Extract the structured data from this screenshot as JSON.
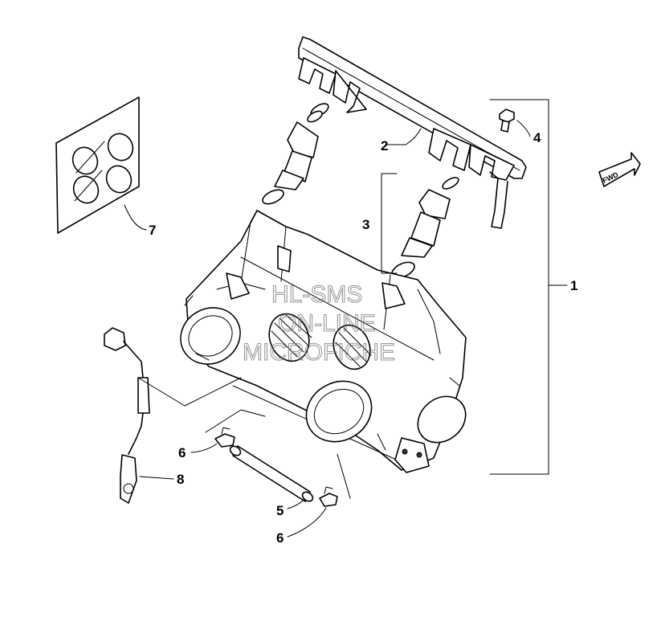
{
  "diagram": {
    "callouts": {
      "c1": "1",
      "c2": "2",
      "c3": "3",
      "c4": "4",
      "c5": "5",
      "c6a": "6",
      "c6b": "6",
      "c7": "7",
      "c8": "8"
    },
    "forward_arrow_text": "FWD",
    "watermark": {
      "line1": "HL-SMS",
      "line2": "ON-LINE",
      "line3": "MICROFICHE"
    }
  }
}
